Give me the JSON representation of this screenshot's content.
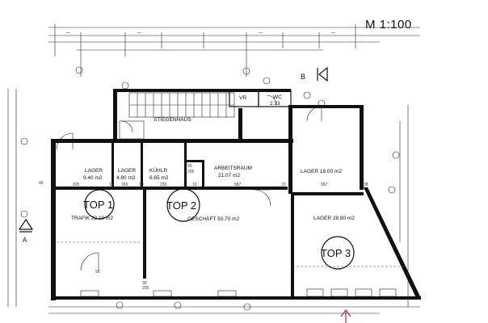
{
  "scale": "M 1:100",
  "units": [
    {
      "label": "TOP 1"
    },
    {
      "label": "TOP 2"
    },
    {
      "label": "TOP 3"
    }
  ],
  "rooms": {
    "lager1_name": "LAGER",
    "lager1_area": "9.40 m2",
    "lager2_name": "LAGER",
    "lager2_area": "4.80 m2",
    "kuehler_name": "KÜHLR",
    "kuehler_area": "6.65 m2",
    "arbeitsraum_name": "ARBEITSRAUM",
    "arbeitsraum_area": "21.07 m2",
    "lager3": "LAGER 18.00 m2",
    "trafik": "TRAFIK 22.10 m2",
    "geschaeft": "GESCHÄFT 50.70 m2",
    "lager4": "LAGER 28.80 m2",
    "stiegenhaus": "STIEGENHAUS",
    "vr": "VR",
    "wc": "WC",
    "wc_area": "2.33"
  },
  "dimensions": [
    "325",
    "10",
    "165",
    "10",
    "230",
    "10",
    "587",
    "10",
    "367",
    "38",
    "90",
    "205",
    "90",
    "205",
    "40",
    "90"
  ]
}
